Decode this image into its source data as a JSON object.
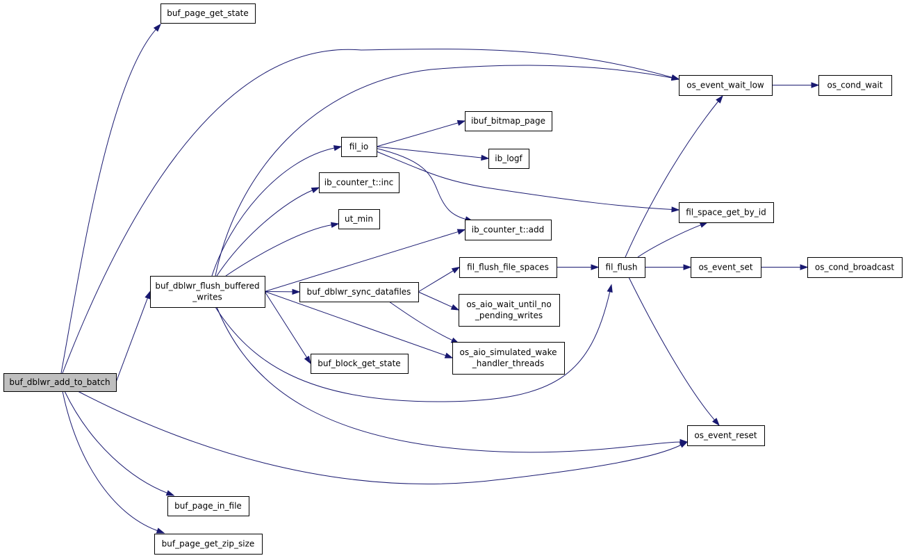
{
  "diagram": {
    "nodes": {
      "root": [
        "buf_dblwr_add_to_batch"
      ],
      "buf_page_get_state": [
        "buf_page_get_state"
      ],
      "buf_dblwr_flush_buffered_writes": [
        "buf_dblwr_flush_buffered",
        "_writes"
      ],
      "buf_page_in_file": [
        "buf_page_in_file"
      ],
      "buf_page_get_zip_size": [
        "buf_page_get_zip_size"
      ],
      "os_event_wait_low": [
        "os_event_wait_low"
      ],
      "os_event_reset": [
        "os_event_reset"
      ],
      "fil_io": [
        "fil_io"
      ],
      "ib_counter_t_inc": [
        "ib_counter_t::inc"
      ],
      "ut_min": [
        "ut_min"
      ],
      "ib_counter_t_add": [
        "ib_counter_t::add"
      ],
      "buf_dblwr_sync_datafiles": [
        "buf_dblwr_sync_datafiles"
      ],
      "buf_block_get_state": [
        "buf_block_get_state"
      ],
      "os_aio_simulated_wake_handler_threads": [
        "os_aio_simulated_wake",
        "_handler_threads"
      ],
      "fil_flush": [
        "fil_flush"
      ],
      "ibuf_bitmap_page": [
        "ibuf_bitmap_page"
      ],
      "ib_logf": [
        "ib_logf"
      ],
      "fil_space_get_by_id": [
        "fil_space_get_by_id"
      ],
      "fil_flush_file_spaces": [
        "fil_flush_file_spaces"
      ],
      "os_aio_wait_until_no_pending_writes": [
        "os_aio_wait_until_no",
        "_pending_writes"
      ],
      "os_event_set": [
        "os_event_set"
      ],
      "os_cond_wait": [
        "os_cond_wait"
      ],
      "os_cond_broadcast": [
        "os_cond_broadcast"
      ]
    },
    "edges": [
      [
        "root",
        "buf_page_get_state"
      ],
      [
        "root",
        "os_event_wait_low"
      ],
      [
        "root",
        "buf_dblwr_flush_buffered_writes"
      ],
      [
        "root",
        "os_event_reset"
      ],
      [
        "root",
        "buf_page_in_file"
      ],
      [
        "root",
        "buf_page_get_zip_size"
      ],
      [
        "buf_dblwr_flush_buffered_writes",
        "os_event_wait_low"
      ],
      [
        "buf_dblwr_flush_buffered_writes",
        "fil_io"
      ],
      [
        "buf_dblwr_flush_buffered_writes",
        "ib_counter_t_inc"
      ],
      [
        "buf_dblwr_flush_buffered_writes",
        "ut_min"
      ],
      [
        "buf_dblwr_flush_buffered_writes",
        "ib_counter_t_add"
      ],
      [
        "buf_dblwr_flush_buffered_writes",
        "buf_dblwr_sync_datafiles"
      ],
      [
        "buf_dblwr_flush_buffered_writes",
        "os_aio_simulated_wake_handler_threads"
      ],
      [
        "buf_dblwr_flush_buffered_writes",
        "buf_block_get_state"
      ],
      [
        "buf_dblwr_flush_buffered_writes",
        "fil_flush"
      ],
      [
        "buf_dblwr_flush_buffered_writes",
        "os_event_reset"
      ],
      [
        "fil_io",
        "ibuf_bitmap_page"
      ],
      [
        "fil_io",
        "ib_logf"
      ],
      [
        "fil_io",
        "ib_counter_t_add"
      ],
      [
        "fil_io",
        "fil_space_get_by_id"
      ],
      [
        "buf_dblwr_sync_datafiles",
        "fil_flush_file_spaces"
      ],
      [
        "buf_dblwr_sync_datafiles",
        "os_aio_wait_until_no_pending_writes"
      ],
      [
        "buf_dblwr_sync_datafiles",
        "os_aio_simulated_wake_handler_threads"
      ],
      [
        "fil_flush_file_spaces",
        "fil_flush"
      ],
      [
        "fil_flush",
        "os_event_wait_low"
      ],
      [
        "fil_flush",
        "fil_space_get_by_id"
      ],
      [
        "fil_flush",
        "os_event_set"
      ],
      [
        "fil_flush",
        "os_event_reset"
      ],
      [
        "os_event_wait_low",
        "os_cond_wait"
      ],
      [
        "os_event_set",
        "os_cond_broadcast"
      ]
    ]
  }
}
